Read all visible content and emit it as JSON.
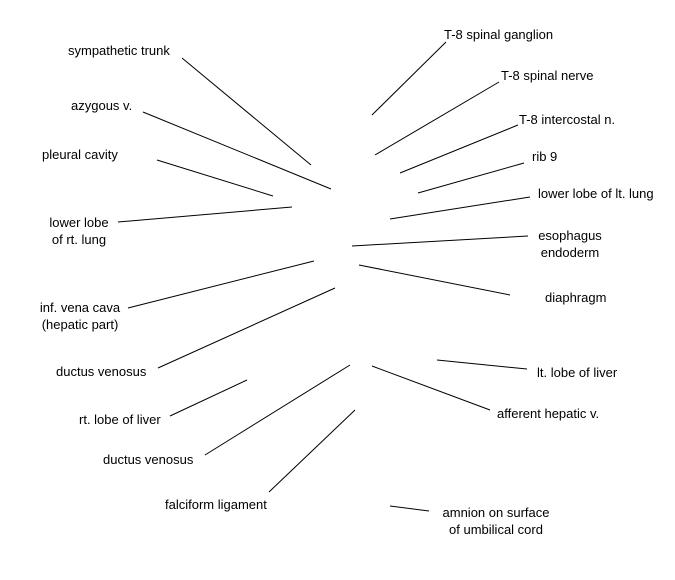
{
  "labels": {
    "sympathetic_trunk": "sympathetic trunk",
    "azygous_v": "azygous v.",
    "pleural_cavity": "pleural cavity",
    "lower_lobe_rt_lung_1": "lower lobe",
    "lower_lobe_rt_lung_2": "of rt. lung",
    "inf_vena_cava_1": "inf. vena cava",
    "inf_vena_cava_2": "(hepatic part)",
    "ductus_venosus_upper": "ductus venosus",
    "rt_lobe_of_liver": "rt. lobe of liver",
    "ductus_venosus_lower": "ductus venosus",
    "falciform_ligament": "falciform ligament",
    "t8_spinal_ganglion": "T-8 spinal ganglion",
    "t8_spinal_nerve": "T-8 spinal nerve",
    "t8_intercostal_n": "T-8 intercostal n.",
    "rib_9": "rib 9",
    "lower_lobe_lt_lung": "lower lobe of lt. lung",
    "esophagus": "esophagus",
    "endoderm": "endoderm",
    "diaphragm": "diaphragm",
    "lt_lobe_of_liver": "lt. lobe of liver",
    "afferent_hepatic_v": "afferent hepatic v.",
    "amnion_1": "amnion on surface",
    "amnion_2": "of umbilical cord"
  },
  "colors": {
    "line": "#000000",
    "text": "#000000",
    "background": "#ffffff"
  }
}
